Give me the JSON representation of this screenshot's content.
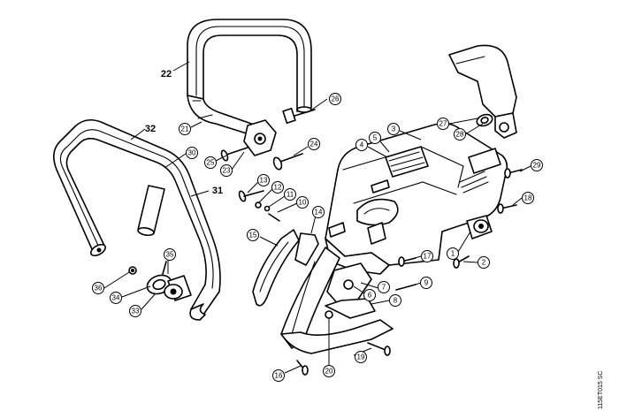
{
  "drawing_code": "115ET015 SC",
  "bold_labels": [
    "22",
    "32",
    "31"
  ],
  "callouts": [
    "1",
    "2",
    "3",
    "4",
    "5",
    "6",
    "7",
    "8",
    "9",
    "10",
    "11",
    "12",
    "13",
    "14",
    "15",
    "16",
    "17",
    "18",
    "19",
    "20",
    "21",
    "23",
    "24",
    "25",
    "26",
    "27",
    "28",
    "29",
    "30",
    "33",
    "34",
    "35",
    "36"
  ]
}
